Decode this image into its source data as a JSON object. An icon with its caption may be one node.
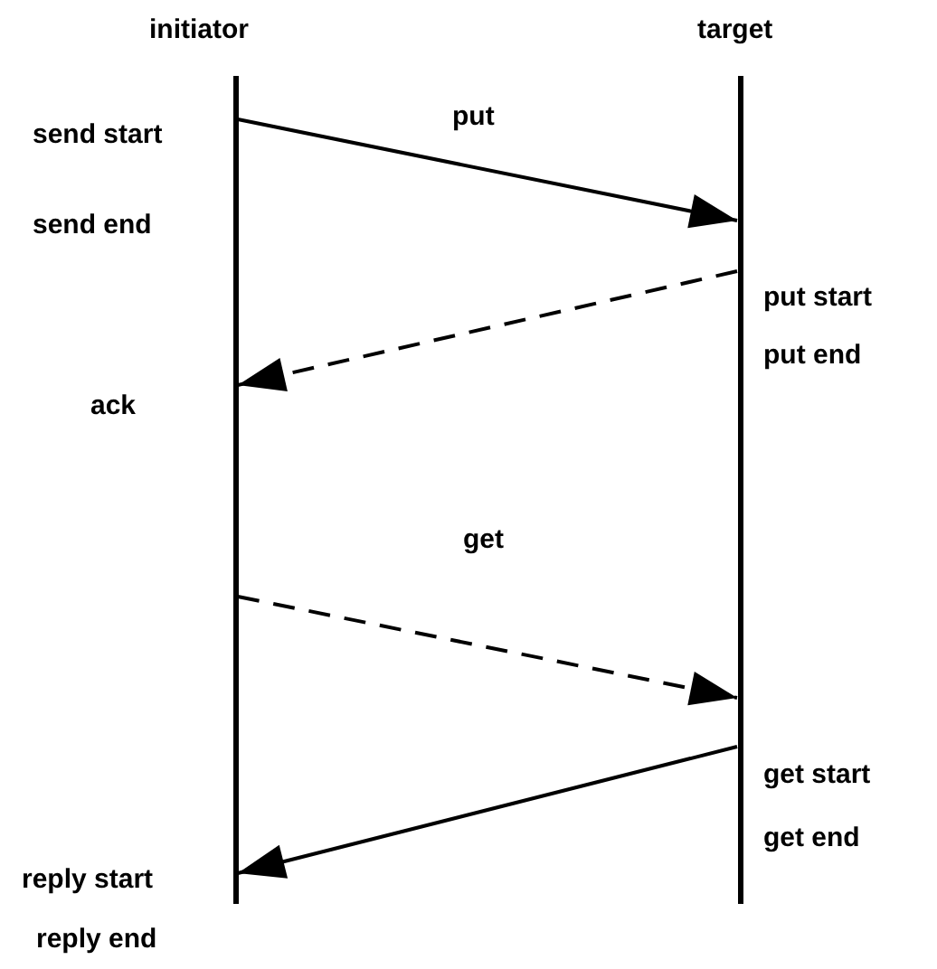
{
  "diagram": {
    "nodes": [
      {
        "text": [
          "initiator"
        ],
        "beside": [
          "send start",
          "send end",
          "ack",
          "reply start",
          "reply end"
        ]
      },
      {
        "text": [
          "target"
        ],
        "beside": [
          "put start",
          "put end",
          "get start",
          "get end"
        ]
      }
    ],
    "edges": [
      {
        "from": 0,
        "to": 1,
        "arrow": "to",
        "label": "put"
      },
      {
        "from": 1,
        "to": 0,
        "arrow": "to",
        "style": "dashed"
      },
      {
        "from": 0,
        "to": 1,
        "arrow": "to",
        "label": "get",
        "style": "dashed"
      },
      {
        "from": 1,
        "to": 0,
        "arrow": "to"
      }
    ]
  }
}
